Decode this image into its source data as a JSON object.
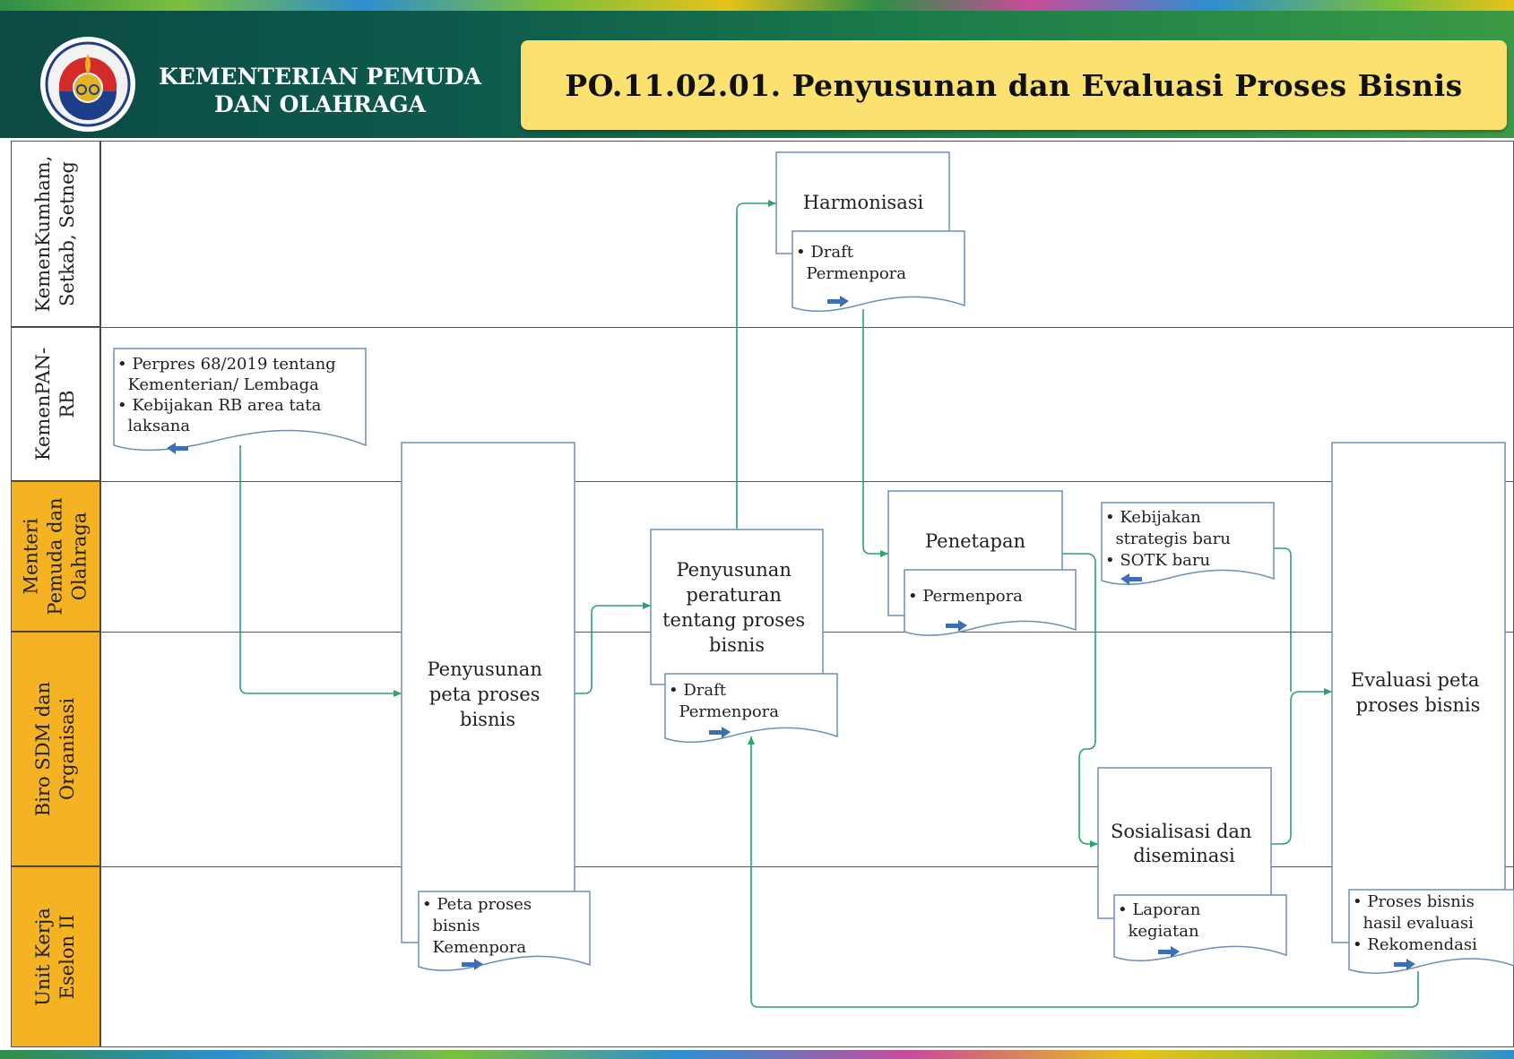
{
  "header": {
    "ministry_line1": "KEMENTERIAN PEMUDA",
    "ministry_line2": "DAN OLAHRAGA",
    "title": "PO.11.02.01.  Penyusunan  dan Evaluasi Proses Bisnis"
  },
  "lanes": [
    {
      "label": "KemenKumham,\nSetkab, Setneg",
      "style": "white"
    },
    {
      "label": "KemenPAN-\nRB",
      "style": "white"
    },
    {
      "label": "Menteri\nPemuda dan\nOlahraga",
      "style": "gold"
    },
    {
      "label": "Biro SDM dan\nOrganisasi",
      "style": "gold"
    },
    {
      "label": "Unit Kerja\nEselon II",
      "style": "gold"
    }
  ],
  "processes": {
    "penyusunan_peta": [
      "Penyusunan",
      "peta proses",
      "bisnis"
    ],
    "penyusunan_peraturan": [
      "Penyusunan",
      "peraturan",
      "tentang proses",
      "bisnis"
    ],
    "harmonisasi": [
      "Harmonisasi"
    ],
    "penetapan": [
      "Penetapan"
    ],
    "sosialisasi": [
      "Sosialisasi dan",
      "diseminasi"
    ],
    "evaluasi": [
      "Evaluasi peta",
      "proses bisnis"
    ]
  },
  "documents": {
    "perpres": [
      "• Perpres 68/2019 tentang",
      "  Kementerian/ Lembaga",
      "• Kebijakan RB area tata",
      "  laksana"
    ],
    "draft_harmonisasi": [
      "• Draft",
      "  Permenpora"
    ],
    "draft_peraturan": [
      "• Draft",
      "  Permenpora"
    ],
    "peta_proses": [
      "• Peta proses",
      "  bisnis",
      "  Kemenpora"
    ],
    "permenpora": [
      "• Permenpora"
    ],
    "kebijakan": [
      "• Kebijakan",
      "  strategis baru",
      "• SOTK baru"
    ],
    "laporan": [
      "• Laporan",
      "  kegiatan"
    ],
    "proses_hasil": [
      "• Proses bisnis",
      "  hasil evaluasi",
      "• Rekomendasi"
    ]
  },
  "colors": {
    "connector": "#2aa46a",
    "doc_arrow": "#3d6fb6",
    "box_border": "#6e8fb8",
    "gold_lane": "#f5b324",
    "title_box": "#fbe270"
  }
}
